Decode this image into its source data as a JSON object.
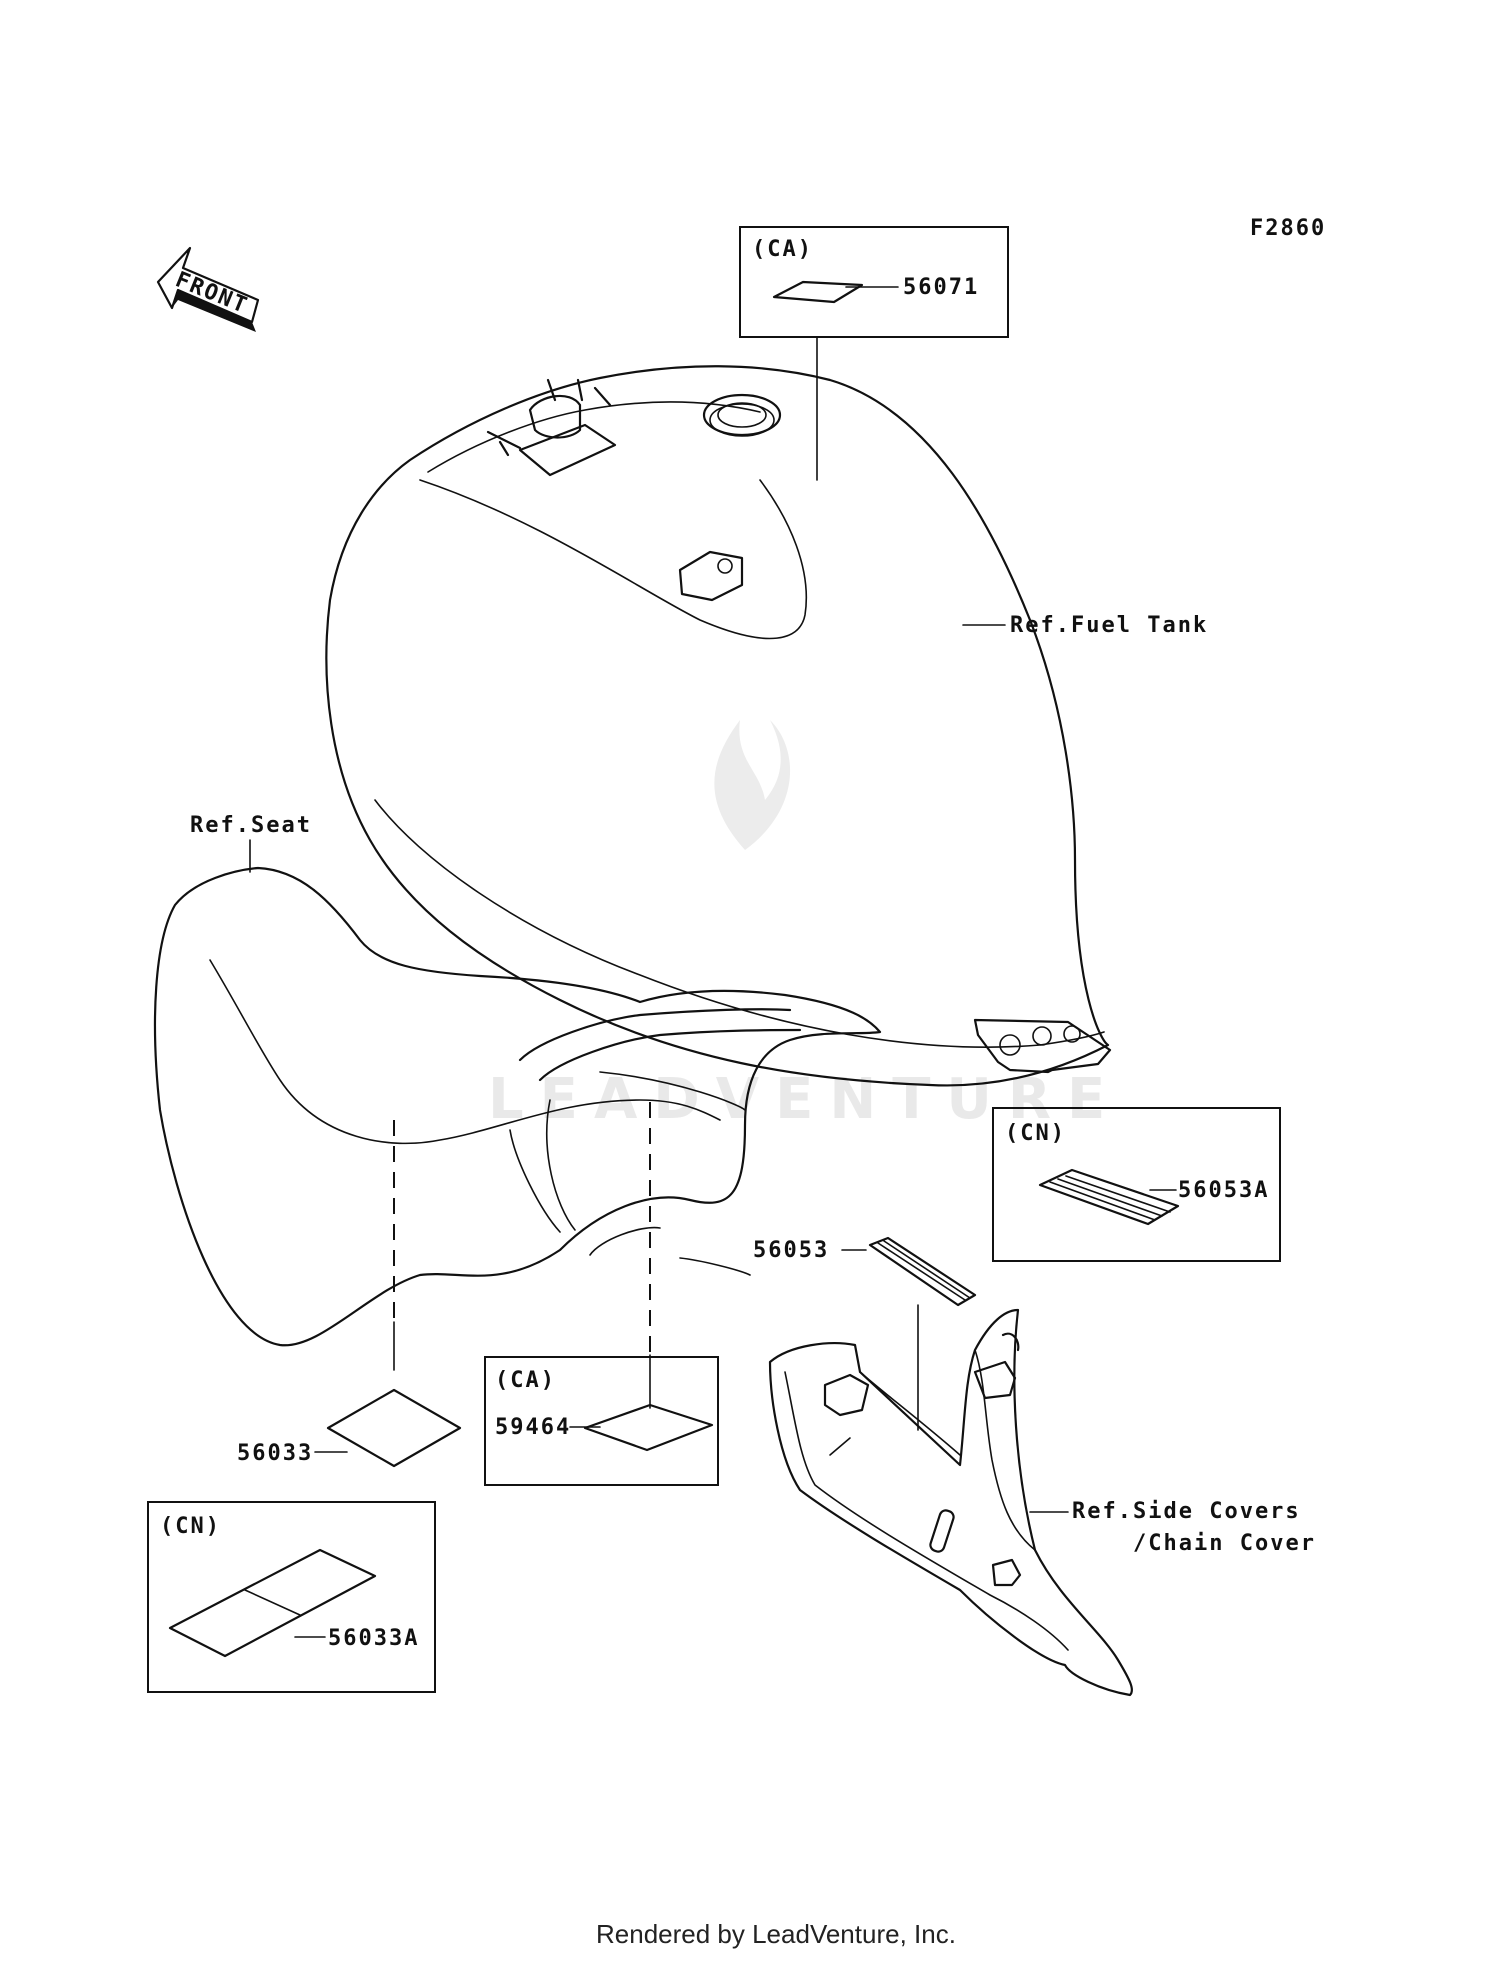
{
  "figure_code": "F2860",
  "front_label": "FRONT",
  "watermark": "LEADVENTURE",
  "footer": "Rendered by LeadVenture, Inc.",
  "references": {
    "fuel_tank": "Ref.Fuel Tank",
    "seat": "Ref.Seat",
    "side_covers_line1": "Ref.Side Covers",
    "side_covers_line2": "/Chain Cover"
  },
  "region_labels": {
    "ca_tank": "(CA)",
    "cn_side": "(CN)",
    "ca_seat": "(CA)",
    "cn_seat": "(CN)"
  },
  "parts": [
    {
      "number": "56071"
    },
    {
      "number": "56053A"
    },
    {
      "number": "56053"
    },
    {
      "number": "56033"
    },
    {
      "number": "59464"
    },
    {
      "number": "56033A"
    }
  ]
}
